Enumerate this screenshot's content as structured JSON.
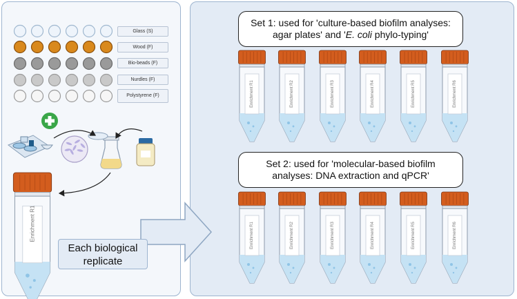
{
  "materials": [
    {
      "label": "Glass (S)",
      "fill": "#eef4fb",
      "stroke": "#9fb7cf"
    },
    {
      "label": "Wood (F)",
      "fill": "#d9891d",
      "stroke": "#8a4e0a"
    },
    {
      "label": "Bio-beads (F)",
      "fill": "#9a9a9a",
      "stroke": "#6a6a6a"
    },
    {
      "label": "Nurdles (F)",
      "fill": "#c9c9c9",
      "stroke": "#9a9a9a"
    },
    {
      "label": "Polystyrene (F)",
      "fill": "#f6f6f6",
      "stroke": "#9a9a9a"
    }
  ],
  "left_tube_label": "Enrichment R1",
  "caption": {
    "line1": "Each biological",
    "line2": "replicate"
  },
  "set1": {
    "line1": "Set 1: used for 'culture-based biofilm analyses:",
    "line2_pre": "agar plates' and '",
    "line2_italic": "E. coli",
    "line2_post": " phylo-typing'"
  },
  "set2": {
    "line1": "Set 2: used for 'molecular-based biofilm",
    "line2": "analyses: DNA extraction and qPCR'"
  },
  "tube_labels": [
    "Enrichment R1",
    "Enrichment R2",
    "Enrichment R3",
    "Enrichment R4",
    "Enrichment R5",
    "Enrichment R6"
  ],
  "colors": {
    "cap": "#d35d1e",
    "liquid": "#c5e2f4",
    "plus": "#3aa648",
    "arrow_fill": "#e3ebf5"
  }
}
